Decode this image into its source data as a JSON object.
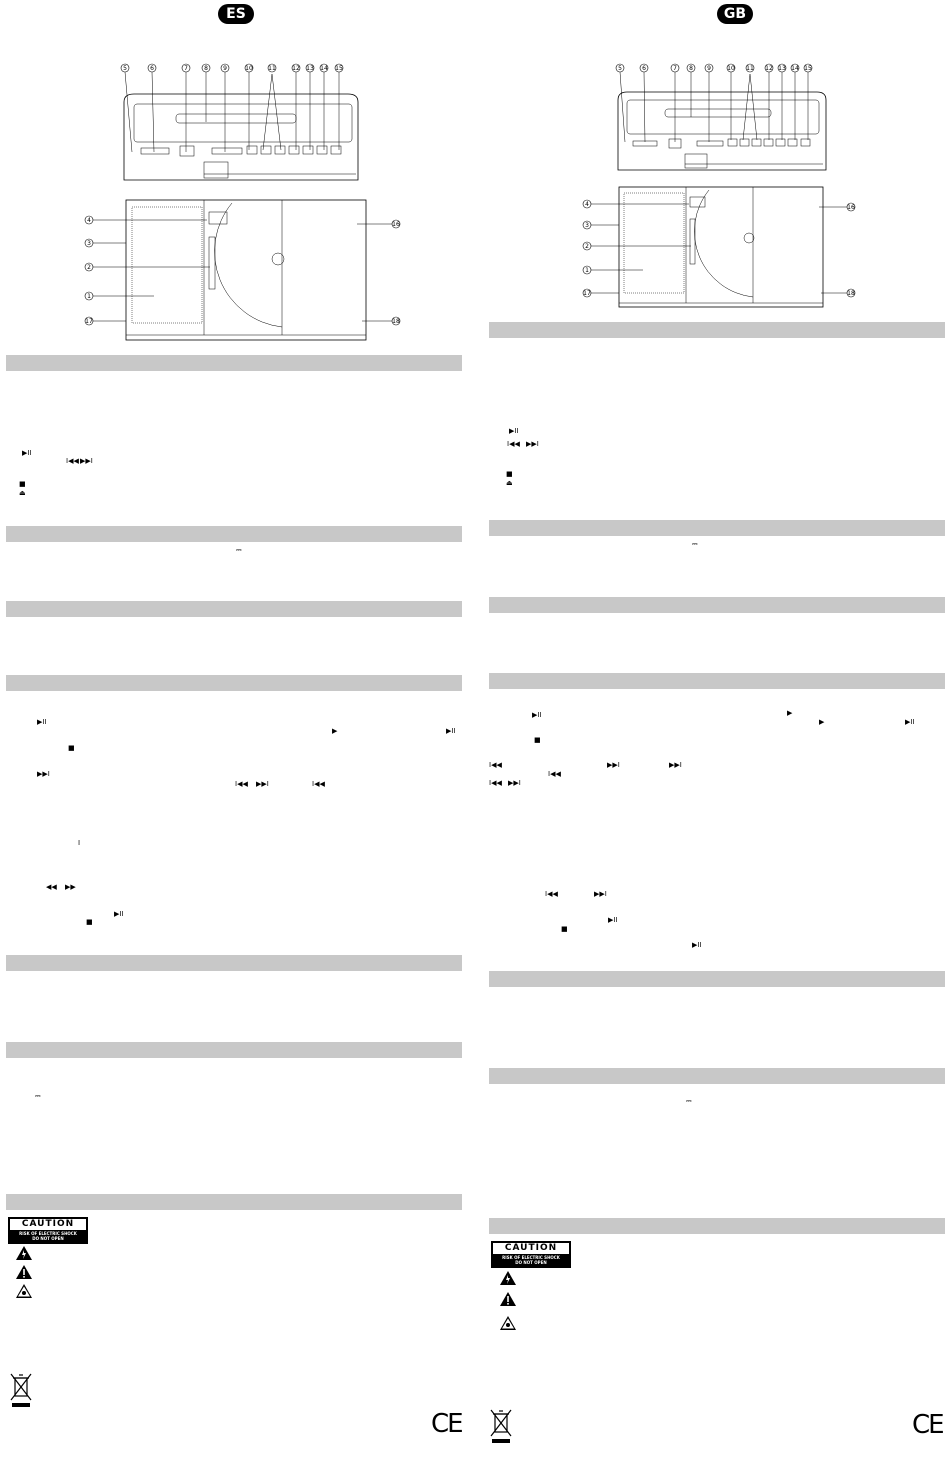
{
  "es": {
    "badge": "ES",
    "callouts_top": [
      "5",
      "6",
      "7",
      "8",
      "9",
      "10",
      "11",
      "12",
      "13",
      "14",
      "15"
    ],
    "callouts_front_left": [
      "4",
      "3",
      "2",
      "1",
      "17"
    ],
    "callouts_front_right": [
      "16",
      "18"
    ],
    "caution": {
      "title": "CAUTION",
      "line1": "RISK OF ELECTRIC SHOCK",
      "line2": "DO NOT OPEN"
    },
    "ce_mark": "CE"
  },
  "gb": {
    "badge": "GB",
    "callouts_top": [
      "5",
      "6",
      "7",
      "8",
      "9",
      "10",
      "11",
      "12",
      "13",
      "14",
      "15"
    ],
    "callouts_front_left": [
      "4",
      "3",
      "2",
      "1",
      "17"
    ],
    "callouts_front_right": [
      "16",
      "18"
    ],
    "caution": {
      "title": "CAUTION",
      "line1": "RISK OF ELECTRIC SHOCK",
      "line2": "DO NOT OPEN"
    },
    "ce_mark": "CE"
  },
  "glyphs": {
    "play_pause": "▶II",
    "prev": "I◀◀",
    "next": "▶▶I",
    "stop": "■",
    "eject": "⏏",
    "play": "▶",
    "rew": "◀◀",
    "ffw": "▶▶",
    "dc": "⎓",
    "tick": "I"
  },
  "colors": {
    "section_bar": "#c8c8c8",
    "badge": "#000000"
  }
}
